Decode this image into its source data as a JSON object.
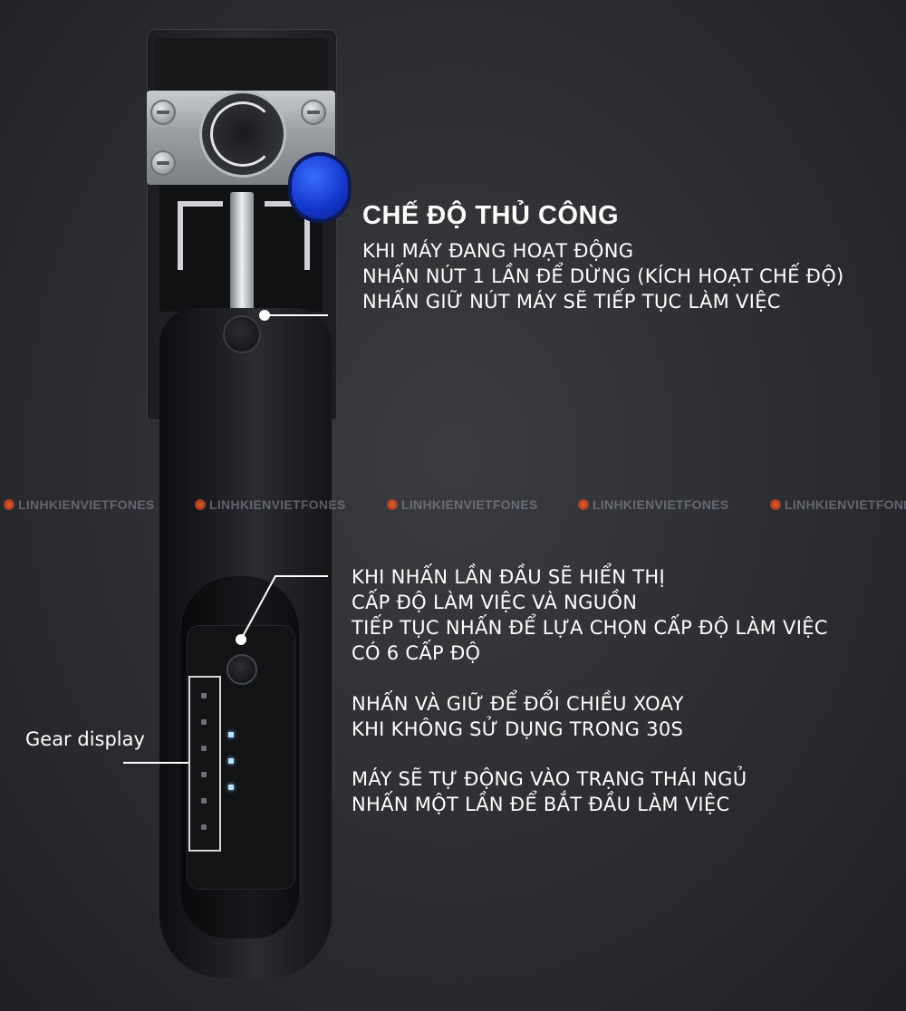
{
  "manual_mode": {
    "title": "CHẾ ĐỘ THỦ CÔNG",
    "lines": [
      "KHI MÁY ĐANG HOẠT ĐỘNG",
      "NHẤN NÚT 1 LẦN ĐỂ DỪNG (KÍCH HOẠT CHẾ ĐỘ)",
      "NHẤN GIỮ NÚT MÁY SẼ TIẾP TỤC LÀM VIỆC"
    ]
  },
  "front_button": {
    "lines": [
      "KHI NHẤN LẦN ĐẦU SẼ HIỂN THỊ",
      "CẤP ĐỘ LÀM VIỆC VÀ NGUỒN",
      "TIẾP TỤC NHẤN ĐỂ LỰA CHỌN CẤP ĐỘ LÀM VIỆC",
      "CÓ 6 CẤP ĐỘ",
      "",
      "NHẤN VÀ GIỮ ĐỂ ĐỔI CHIỀU XOAY",
      "KHI KHÔNG SỬ DỤNG TRONG 30S",
      "",
      "MÁY SẼ TỰ ĐỘNG VÀO TRẠNG THÁI NGỦ",
      "NHẤN MỘT LẦN ĐỂ BẮT ĐẦU LÀM VIỆC"
    ]
  },
  "gear_display": {
    "label": "Gear display",
    "levels_total": 6,
    "levels_lit_right_column": 3
  },
  "watermark": {
    "text": "LINHKIENVIETFONES"
  },
  "colors": {
    "background": "#2b2d30",
    "accent_blue_cap": "#1235c9",
    "text": "#ffffff"
  }
}
